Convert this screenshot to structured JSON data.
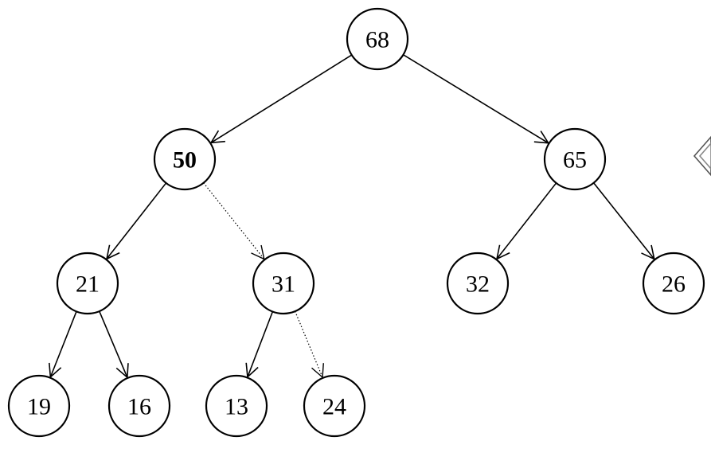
{
  "tree": {
    "nodes": [
      {
        "id": "n68",
        "label": "68",
        "bold": false
      },
      {
        "id": "n50",
        "label": "50",
        "bold": true
      },
      {
        "id": "n65",
        "label": "65",
        "bold": false
      },
      {
        "id": "n21",
        "label": "21",
        "bold": false
      },
      {
        "id": "n31",
        "label": "31",
        "bold": false
      },
      {
        "id": "n32",
        "label": "32",
        "bold": false
      },
      {
        "id": "n26",
        "label": "26",
        "bold": false
      },
      {
        "id": "n19",
        "label": "19",
        "bold": false
      },
      {
        "id": "n16",
        "label": "16",
        "bold": false
      },
      {
        "id": "n13",
        "label": "13",
        "bold": false
      },
      {
        "id": "n24",
        "label": "24",
        "bold": false
      }
    ],
    "edges": [
      {
        "from": "n68",
        "to": "n50",
        "style": "solid"
      },
      {
        "from": "n68",
        "to": "n65",
        "style": "solid"
      },
      {
        "from": "n50",
        "to": "n21",
        "style": "solid"
      },
      {
        "from": "n50",
        "to": "n31",
        "style": "dotted"
      },
      {
        "from": "n65",
        "to": "n32",
        "style": "solid"
      },
      {
        "from": "n65",
        "to": "n26",
        "style": "solid"
      },
      {
        "from": "n21",
        "to": "n19",
        "style": "solid"
      },
      {
        "from": "n21",
        "to": "n16",
        "style": "solid"
      },
      {
        "from": "n31",
        "to": "n13",
        "style": "solid"
      },
      {
        "from": "n31",
        "to": "n24",
        "style": "dotted"
      }
    ]
  }
}
